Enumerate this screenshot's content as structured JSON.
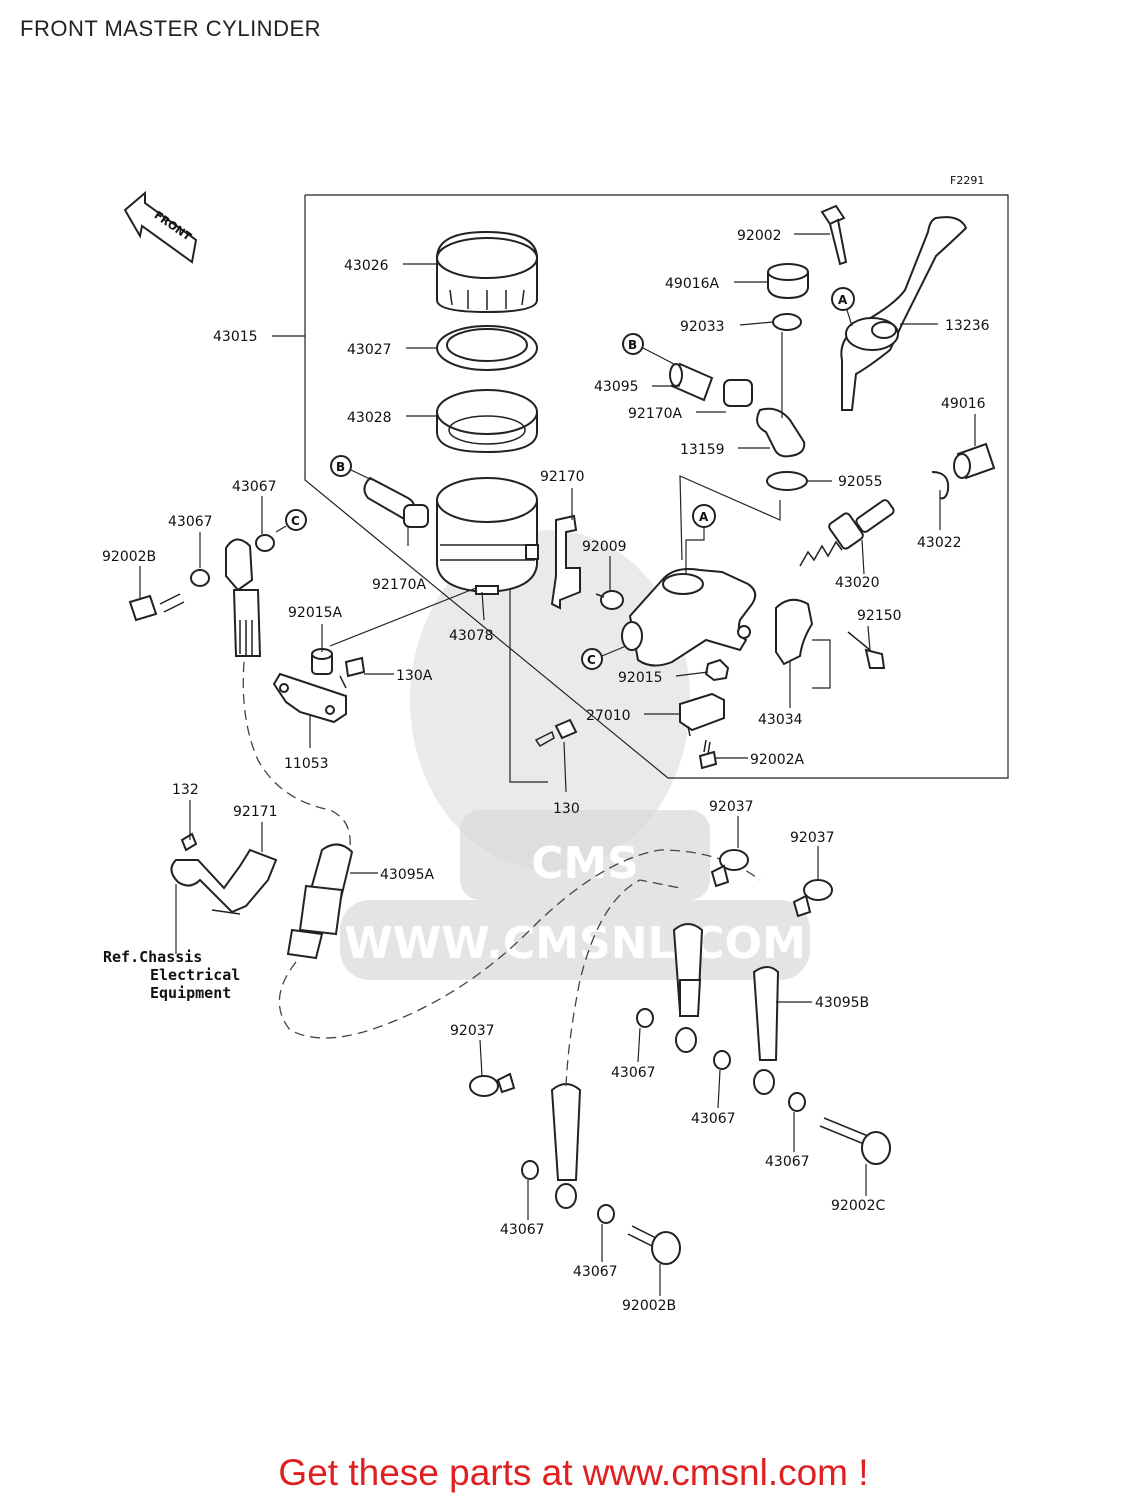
{
  "page": {
    "title": "FRONT MASTER CYLINDER",
    "figure_code": "F2291",
    "front_arrow_label": "FRONT",
    "footer": "Get these parts at www.cmsnl.com !"
  },
  "watermark": {
    "brand": "CMS",
    "url": "WWW.CMSNL.COM"
  },
  "reference": {
    "line1": "Ref.Chassis",
    "line2": "Electrical",
    "line3": "Equipment"
  },
  "callouts": [
    "A",
    "B",
    "C"
  ],
  "labels": {
    "p43026": "43026",
    "p43015": "43015",
    "p43027": "43027",
    "p43028": "43028",
    "p43067a": "43067",
    "p43067b": "43067",
    "p92002B_top": "92002B",
    "p92170A_left": "92170A",
    "p43078": "43078",
    "p92170": "92170",
    "p92009": "92009",
    "p92015A": "92015A",
    "p130A": "130A",
    "p11053": "11053",
    "p92015": "92015",
    "p27010": "27010",
    "p92002A": "92002A",
    "p130": "130",
    "p92002": "92002",
    "p49016A": "49016A",
    "p92033": "92033",
    "p43095": "43095",
    "p92170A_right": "92170A",
    "p13159": "13159",
    "p92055": "92055",
    "p13236": "13236",
    "p49016": "49016",
    "p43022": "43022",
    "p43020": "43020",
    "p92150": "92150",
    "p43034": "43034",
    "p132": "132",
    "p92171": "92171",
    "p43095A": "43095A",
    "p92037a": "92037",
    "p92037b": "92037",
    "p92037c": "92037",
    "p43095B": "43095B",
    "p43067c": "43067",
    "p43067d": "43067",
    "p43067e": "43067",
    "p43067f": "43067",
    "p43067g": "43067",
    "p92002C": "92002C",
    "p92002B_bottom": "92002B"
  },
  "colors": {
    "footer": "#e02020",
    "line": "#222222",
    "watermark": "#d9d9d9"
  }
}
